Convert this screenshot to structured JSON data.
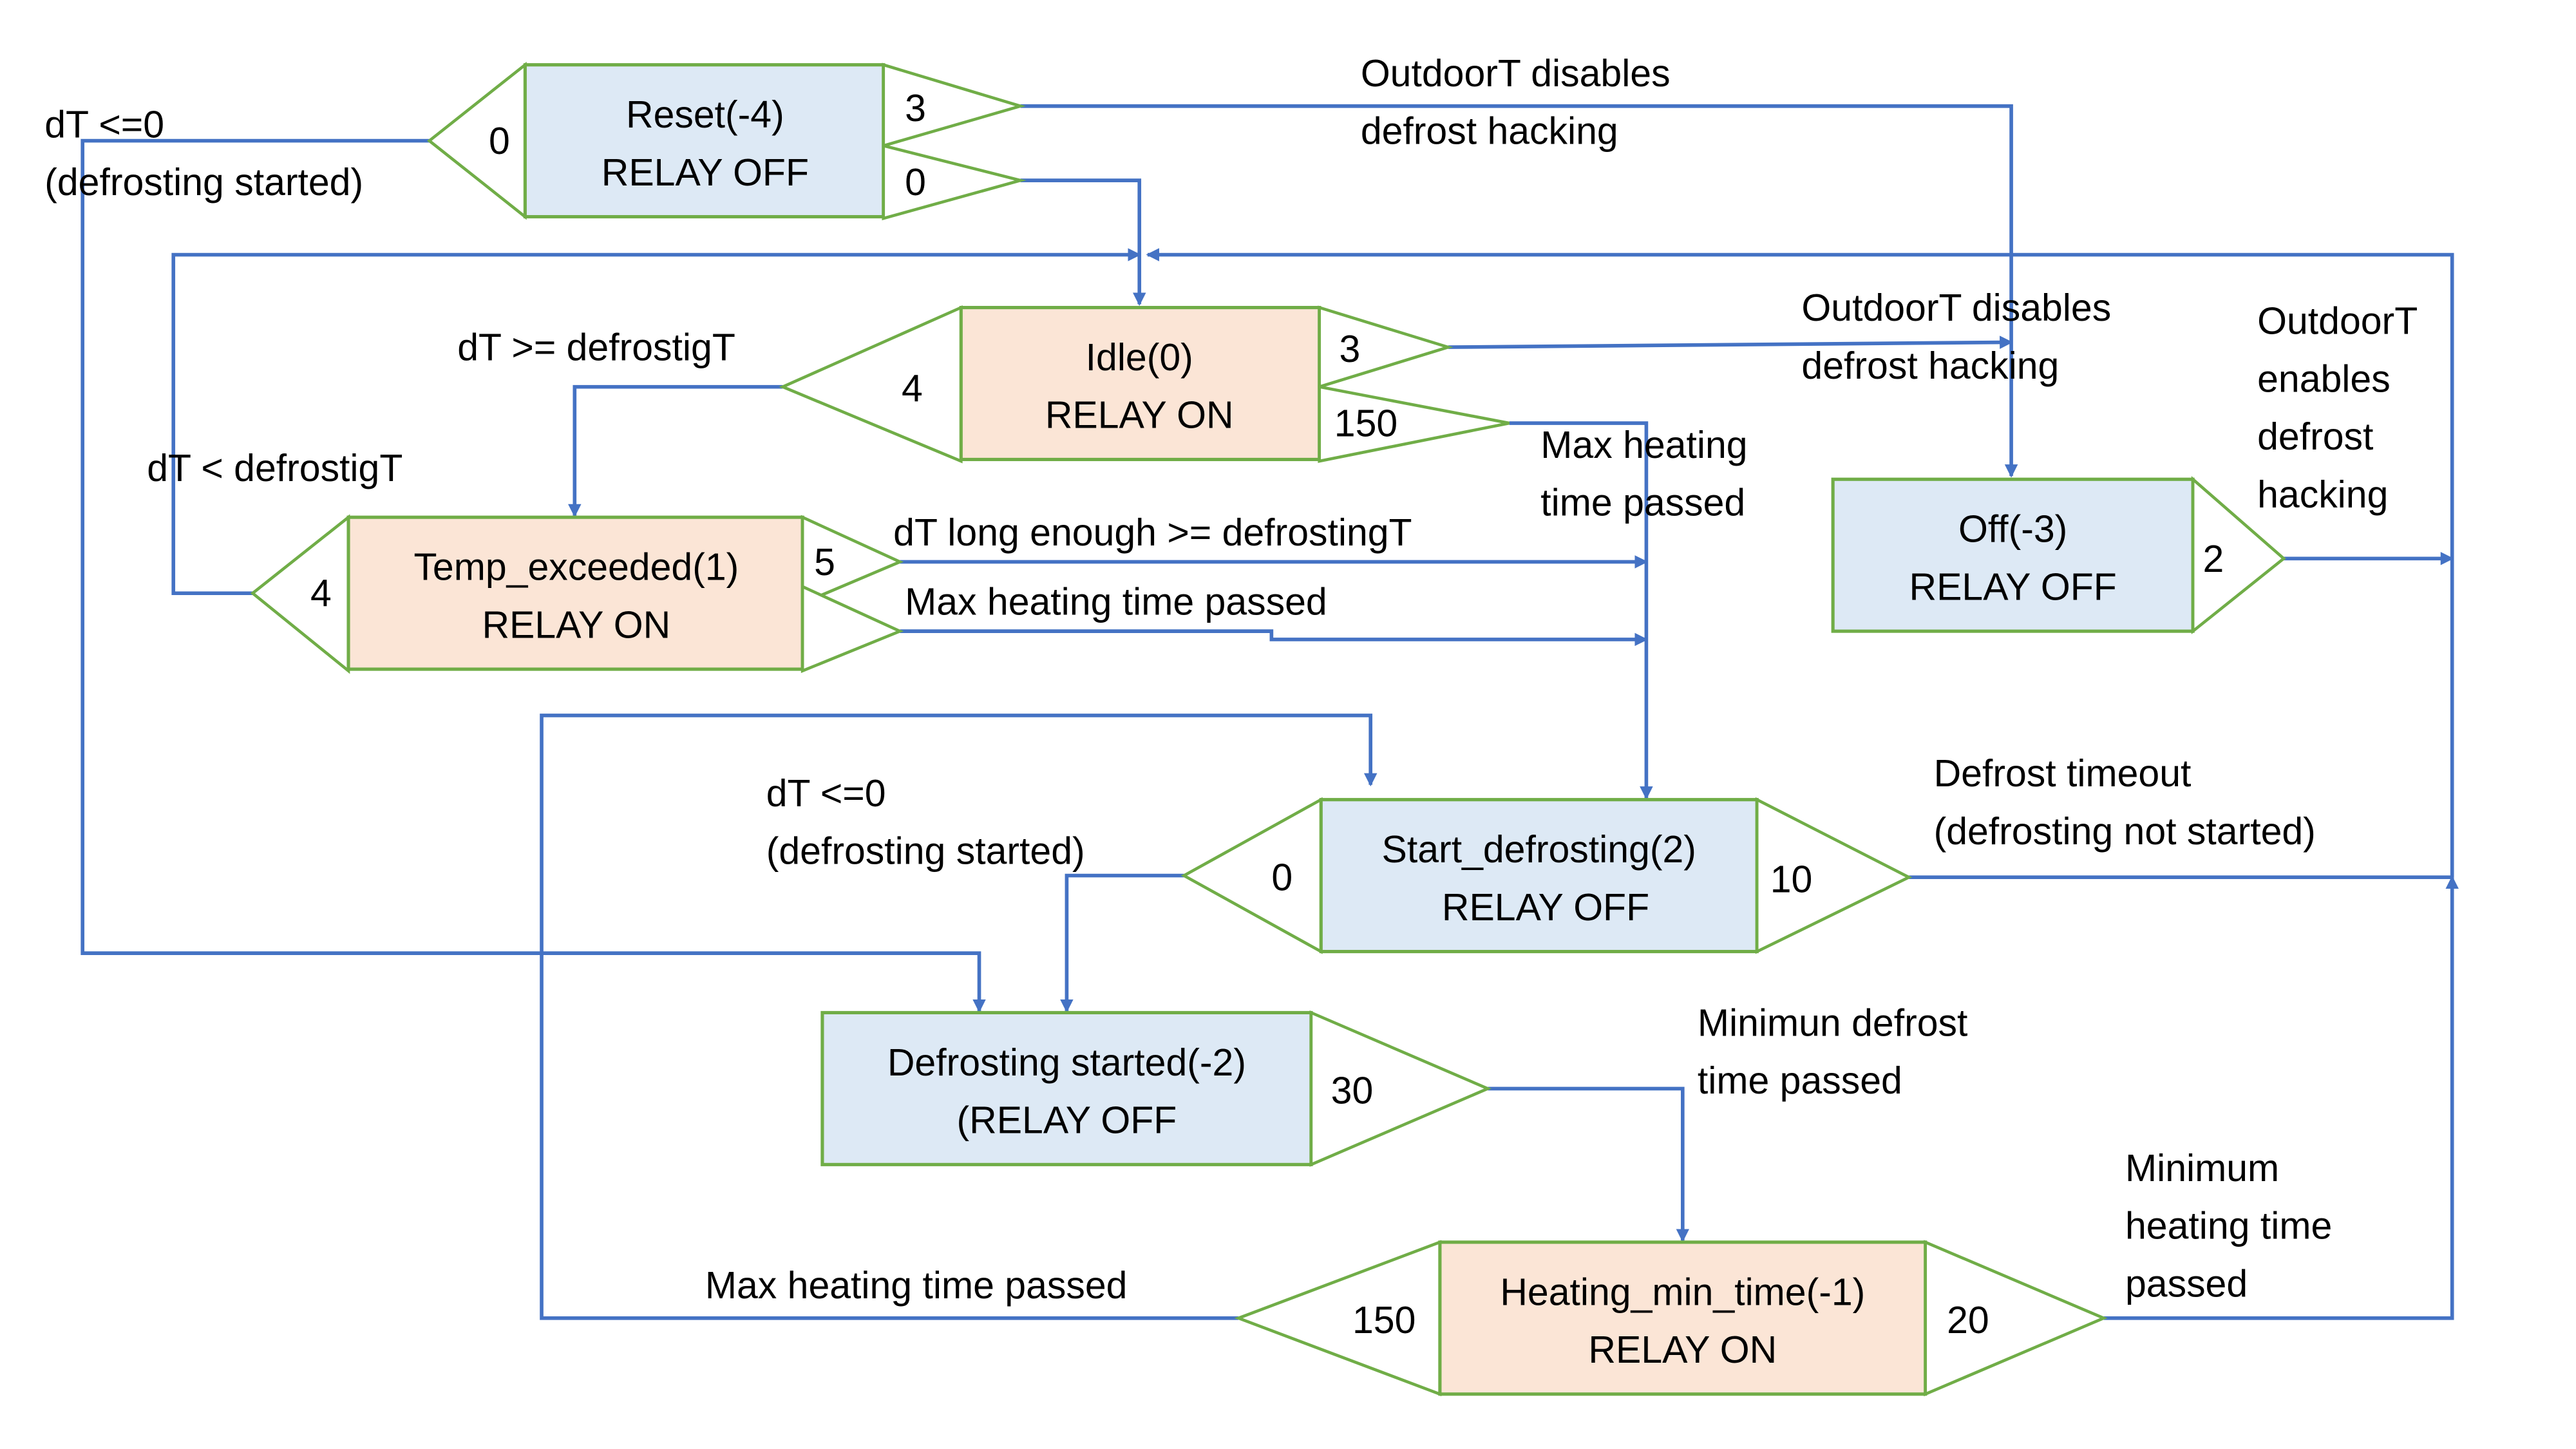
{
  "colors": {
    "relay_off_fill": "#dde9f5",
    "relay_on_fill": "#fbe5d6",
    "state_border": "#70ad47",
    "transition_line": "#4472c4"
  },
  "states": {
    "reset": {
      "name": "Reset(-4)",
      "relay": "RELAY OFF",
      "in_num": "0",
      "out_nums": [
        "3",
        "0"
      ]
    },
    "idle": {
      "name": "Idle(0)",
      "relay": "RELAY ON",
      "in_num": "4",
      "out_nums": [
        "3",
        "150"
      ]
    },
    "temp_exceeded": {
      "name": "Temp_exceeded(1)",
      "relay": "RELAY ON",
      "in_num": "4",
      "out_nums": [
        "5",
        ""
      ]
    },
    "off": {
      "name": "Off(-3)",
      "relay": "RELAY OFF",
      "out_num": "2"
    },
    "start_defrosting": {
      "name": "Start_defrosting(2)",
      "relay": "RELAY OFF",
      "in_num": "0",
      "out_num": "10"
    },
    "defrosting_started": {
      "name": "Defrosting started(-2)",
      "relay": "(RELAY OFF",
      "out_num": "30"
    },
    "heating_min_time": {
      "name": "Heating_min_time(-1)",
      "relay": "RELAY ON",
      "in_num": "150",
      "out_num": "20"
    }
  },
  "labels": {
    "reset_dt": [
      "dT <=0",
      "(defrosting started)"
    ],
    "outdoor_disables_1": [
      "OutdoorT disables",
      "defrost hacking"
    ],
    "outdoor_disables_2": [
      "OutdoorT disables",
      "defrost hacking"
    ],
    "outdoor_enables": [
      "OutdoorT",
      "enables",
      "defrost",
      "hacking"
    ],
    "dt_ge": "dT >= defrostigT",
    "dt_lt": "dT < defrostigT",
    "idle_max_heating": [
      "Max heating",
      "time passed"
    ],
    "dt_long_enough": "dT long enough >=  defrostingT",
    "temp_max_heating": "Max heating time passed",
    "start_dt": [
      "dT <=0",
      "(defrosting started)"
    ],
    "defrost_timeout": [
      "Defrost timeout",
      "(defrosting not started)"
    ],
    "min_defrost": [
      "Minimun defrost",
      "time passed"
    ],
    "min_heating": [
      "Minimum",
      "heating time",
      "passed"
    ],
    "heating_max": "Max heating time passed"
  }
}
